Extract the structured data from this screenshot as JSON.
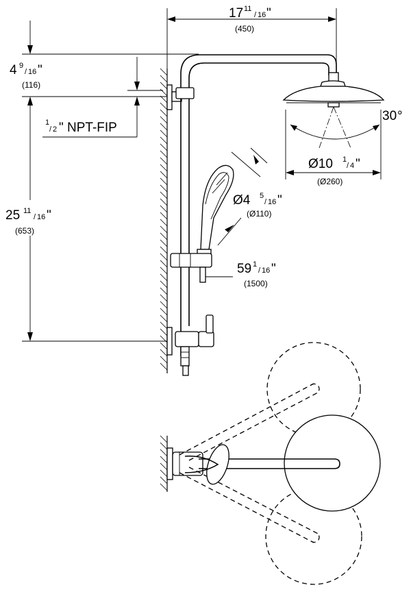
{
  "dimensions": {
    "width_top": {
      "whole": "17",
      "num": "11",
      "den": "16",
      "unit": "\"",
      "metric": "(450)"
    },
    "arm_height": {
      "whole": "4",
      "num": "9",
      "den": "16",
      "unit": "\"",
      "metric": "(116)"
    },
    "inlet": {
      "num": "1",
      "den": "2",
      "rest": "\" NPT-FIP"
    },
    "wall_height": {
      "whole": "25",
      "num": "11",
      "den": "16",
      "unit": "\"",
      "metric": "(653)"
    },
    "spray_angle": {
      "value": "30",
      "unit": "°"
    },
    "head_diameter": {
      "prefix": "Ø10",
      "num": "1",
      "den": "4",
      "unit": "\"",
      "metric": "(Ø260)"
    },
    "hand_diameter": {
      "prefix": "Ø4",
      "num": "5",
      "den": "16",
      "unit": "\"",
      "metric": "(Ø110)"
    },
    "hose_length": {
      "whole": "59",
      "num": "1",
      "den": "16",
      "unit": "\"",
      "metric": "(1500)"
    }
  }
}
